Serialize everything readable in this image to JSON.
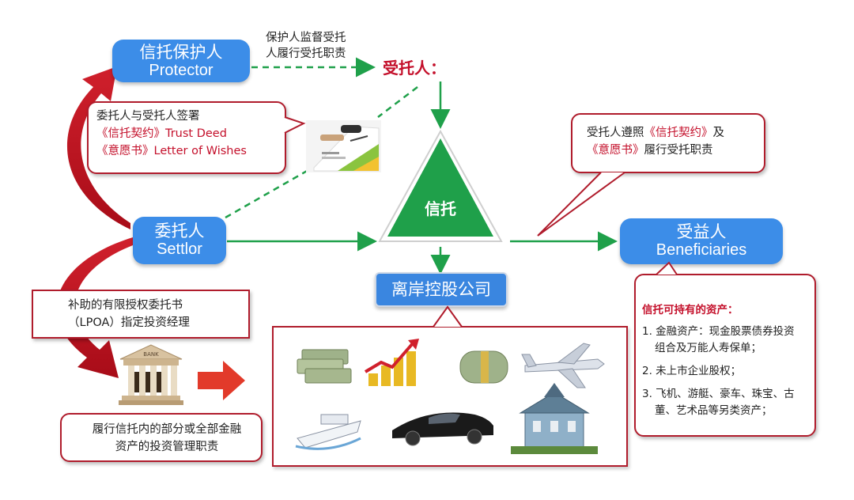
{
  "protector": {
    "cn": "信托保护人",
    "en": "Protector"
  },
  "settlor": {
    "cn": "委托人",
    "en": "Settlor"
  },
  "beneficiaries": {
    "cn": "受益人",
    "en": "Beneficiaries"
  },
  "trustee_label": "受托人：",
  "trust_label": "信托",
  "offshore_label": "离岸控股公司",
  "protector_note": {
    "line1": "保护人监督受托",
    "line2": "人履行受托职责"
  },
  "sign_callout": {
    "line1": "委托人与受托人签署",
    "line2": "《信托契约》Trust Deed",
    "line3": "《意愿书》Letter of Wishes"
  },
  "trustee_callout": {
    "line1_a": "受托人遵照",
    "line1_b": "《信托契约》",
    "line1_c": "及",
    "line2_a": "《意愿书》",
    "line2_b": "履行受托职责"
  },
  "lpoa_callout": {
    "line1": "补助的有限授权委托书",
    "line2": "（LPOA）指定投资经理"
  },
  "invest_callout": {
    "line1": "履行信托内的部分或全部金融",
    "line2": "资产的投资管理职责"
  },
  "assets_box": {
    "title": "信托可持有的资产：",
    "items": [
      {
        "line1": "1. 金融资产：现金股票债券投资",
        "line2": "组合及万能人寿保单；"
      },
      {
        "line1": "2. 未上市企业股权；",
        "line2": ""
      },
      {
        "line1": "3. 飞机、游艇、豪车、珠宝、古",
        "line2": "董、艺术品等另类资产；"
      }
    ]
  },
  "bank_sign": "BANK",
  "colors": {
    "blue": "#3c8de8",
    "green": "#1fa04a",
    "red": "#c4102b",
    "border_red": "#b01c2c"
  }
}
